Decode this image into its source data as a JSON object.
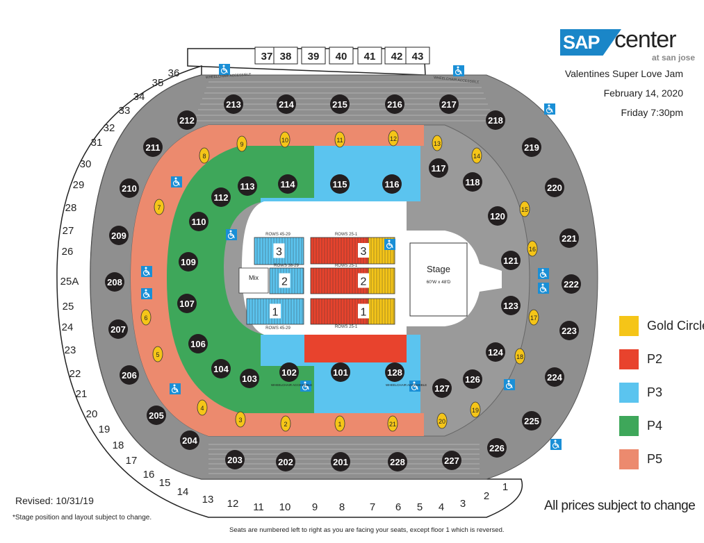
{
  "venue": {
    "logo_brand": "SAP",
    "logo_name": "center",
    "logo_sub": "at san jose"
  },
  "event": {
    "title": "Valentines Super Love Jam",
    "date": "February 14, 2020",
    "time": "Friday 7:30pm"
  },
  "legend": [
    {
      "label": "Gold Circle",
      "color": "#f5c518"
    },
    {
      "label": "P2",
      "color": "#e8432d"
    },
    {
      "label": "P3",
      "color": "#5bc4ef"
    },
    {
      "label": "P4",
      "color": "#3ea75a"
    },
    {
      "label": "P5",
      "color": "#ec8a6e"
    }
  ],
  "colors": {
    "upper": "#8f8f8f",
    "section_badge": "#231f20",
    "wheelchair": "#1a8fd6"
  },
  "sections_200": [
    "201",
    "202",
    "203",
    "204",
    "205",
    "206",
    "207",
    "208",
    "209",
    "210",
    "211",
    "212",
    "213",
    "214",
    "215",
    "216",
    "217",
    "218",
    "219",
    "220",
    "221",
    "222",
    "223",
    "224",
    "225",
    "226",
    "227",
    "228"
  ],
  "sections_100": [
    "101",
    "102",
    "103",
    "104",
    "106",
    "107",
    "109",
    "110",
    "112",
    "113",
    "114",
    "115",
    "116",
    "117",
    "118",
    "120",
    "121",
    "123",
    "124",
    "126",
    "127",
    "128"
  ],
  "p5_sections": [
    "1",
    "2",
    "3",
    "4",
    "5",
    "6",
    "7",
    "8",
    "9",
    "10",
    "11",
    "12",
    "13",
    "14",
    "15",
    "16",
    "17",
    "18",
    "19",
    "20",
    "21"
  ],
  "suites_top": [
    "37",
    "38",
    "39",
    "40",
    "41",
    "42",
    "43"
  ],
  "suites_bottom": [
    "1",
    "2",
    "3",
    "4",
    "5",
    "6",
    "7",
    "8",
    "9",
    "10",
    "11",
    "12",
    "13",
    "14",
    "15",
    "16",
    "17",
    "18",
    "19",
    "20",
    "21",
    "22",
    "23",
    "24",
    "25",
    "25A",
    "26",
    "27",
    "28",
    "29",
    "30",
    "31",
    "32",
    "33",
    "34",
    "35",
    "36"
  ],
  "wheelchair_labels": {
    "top_left": "WHEELCHAIR ACCESSIBLE",
    "top_right": "WHEELCHAIR ACCESSIBLE",
    "sec102": "WHEELCHAIR ACCESSIBLE",
    "sec128": "WHEELCHAIR ACCESSIBLE"
  },
  "floor": {
    "sections": [
      {
        "label": "3",
        "level": "P3"
      },
      {
        "label": "2",
        "level": "P3"
      },
      {
        "label": "1",
        "level": "P3"
      },
      {
        "label": "3",
        "level": "P2"
      },
      {
        "label": "2",
        "level": "P2"
      },
      {
        "label": "1",
        "level": "P2"
      }
    ],
    "row_labels": [
      "ROWS 45-29",
      "ROWS 25-1",
      "ROWS 38-29",
      "ROWS 25-1",
      "ROWS 45-29",
      "ROWS 25-1"
    ],
    "mix_label": "Mix",
    "stage_label": "Stage",
    "stage_dims": "60'W x 48'D"
  },
  "notes": {
    "revised": "Revised: 10/31/19",
    "stage_note": "*Stage position and layout subject to change.",
    "prices": "All prices subject to change",
    "seat_numbering": "Seats are numbered left to right as you are facing your seats, except floor 1 which is reversed."
  }
}
